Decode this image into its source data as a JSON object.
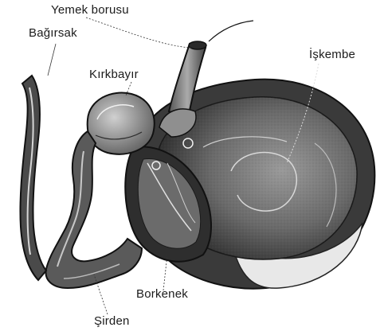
{
  "diagram": {
    "labels": {
      "esophagus": "Yemek borusu",
      "intestine": "Bağırsak",
      "omasum": "Kırkbayır",
      "rumen": "İşkembe",
      "reticulum": "Borkenek",
      "abomasum": "Şirden"
    },
    "colors": {
      "outline": "#1a1a1a",
      "dark_wall": "#4a4a4a",
      "mid_gray": "#8a8a8a",
      "light_gray": "#c8c8c8",
      "background": "#ffffff"
    }
  }
}
